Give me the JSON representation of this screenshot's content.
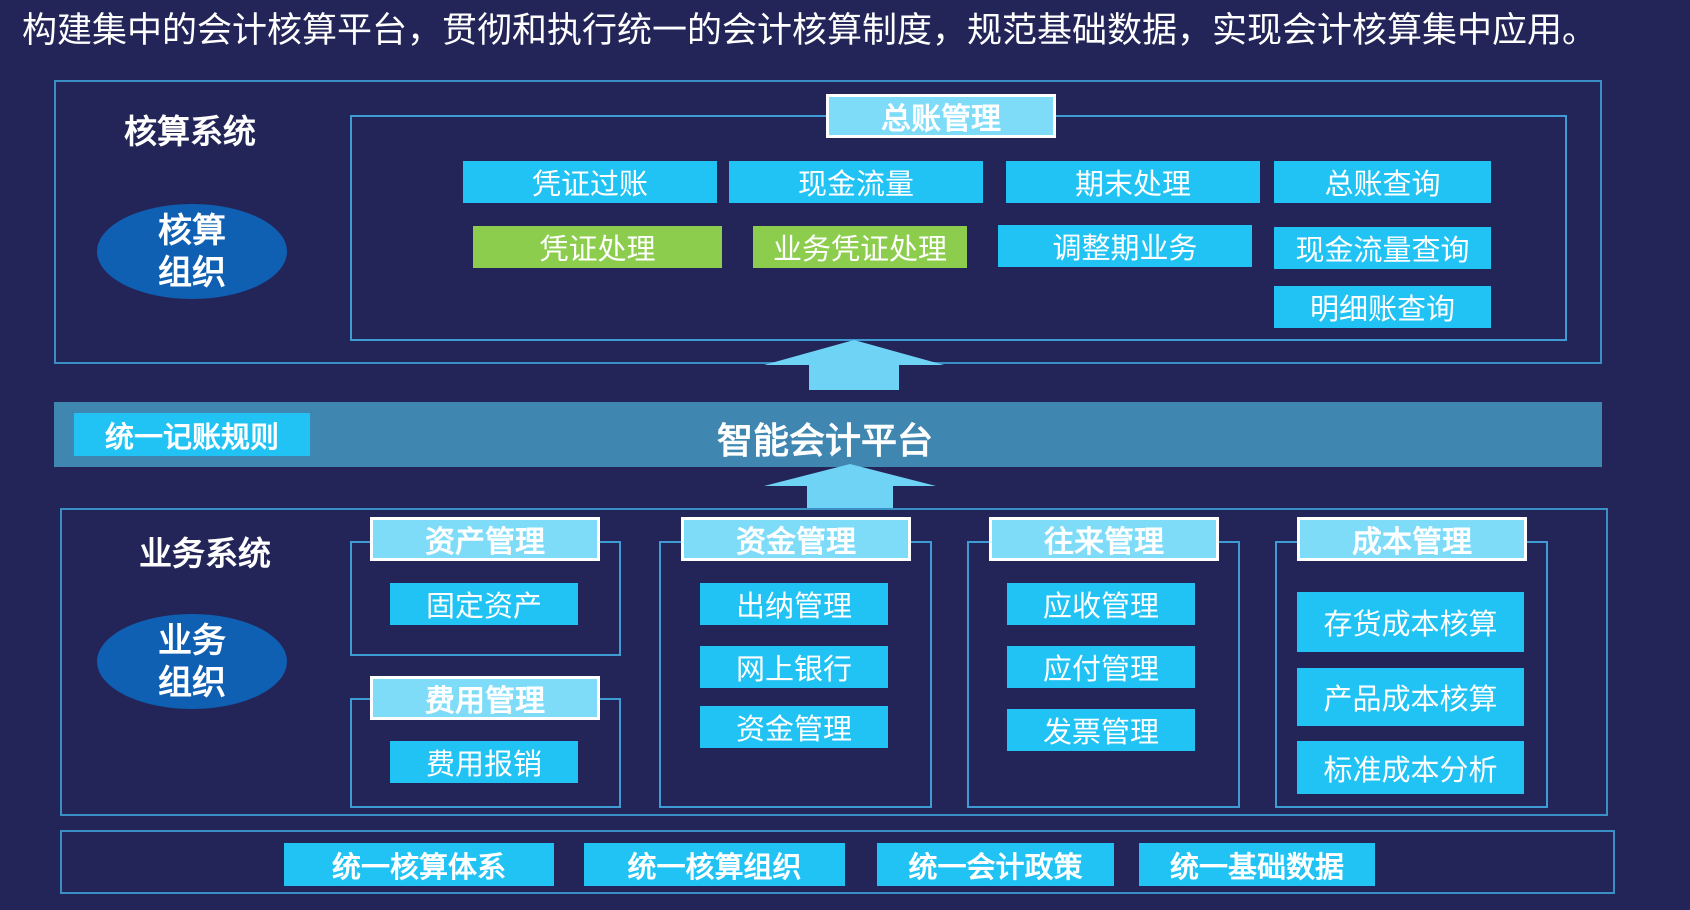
{
  "headline": "构建集中的会计核算平台，贯彻和执行统一的会计核算制度，规范基础数据，实现会计核算集中应用。",
  "accounting": {
    "system_label": "核算系统",
    "org_label": "核算\n组织",
    "general_ledger": {
      "title": "总账管理",
      "items": [
        "凭证过账",
        "现金流量",
        "期末处理",
        "总账查询",
        "凭证处理",
        "业务凭证处理",
        "调整期业务",
        "现金流量查询",
        "明细账查询"
      ]
    }
  },
  "platform": {
    "rule": "统一记账规则",
    "title": "智能会计平台"
  },
  "business": {
    "system_label": "业务系统",
    "org_label": "业务\n组织",
    "asset": {
      "title": "资产管理",
      "items": [
        "固定资产"
      ]
    },
    "expense": {
      "title": "费用管理",
      "items": [
        "费用报销"
      ]
    },
    "fund": {
      "title": "资金管理",
      "items": [
        "出纳管理",
        "网上银行",
        "资金管理"
      ]
    },
    "contact": {
      "title": "往来管理",
      "items": [
        "应收管理",
        "应付管理",
        "发票管理"
      ]
    },
    "cost": {
      "title": "成本管理",
      "items": [
        "存货成本核算",
        "产品成本核算",
        "标准成本分析"
      ]
    }
  },
  "foundation": [
    "统一核算体系",
    "统一核算组织",
    "统一会计政策",
    "统一基础数据"
  ],
  "colors": {
    "background": "#232558",
    "box": "#20c3f3",
    "box_green": "#8dcd4d",
    "title_box": "#7edcf9",
    "band": "#3f86b1",
    "oval": "#0f5fb3",
    "border": "#3a8fc4"
  }
}
